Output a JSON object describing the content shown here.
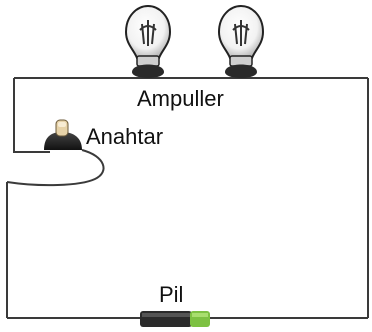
{
  "labels": {
    "bulbs": "Ampuller",
    "switch": "Anahtar",
    "battery": "Pil"
  },
  "colors": {
    "wire": "#3a3a3a",
    "battery_body": "#2b2b2b",
    "battery_terminal": "#7dc142",
    "bulb_base": "#2a2a2a"
  }
}
